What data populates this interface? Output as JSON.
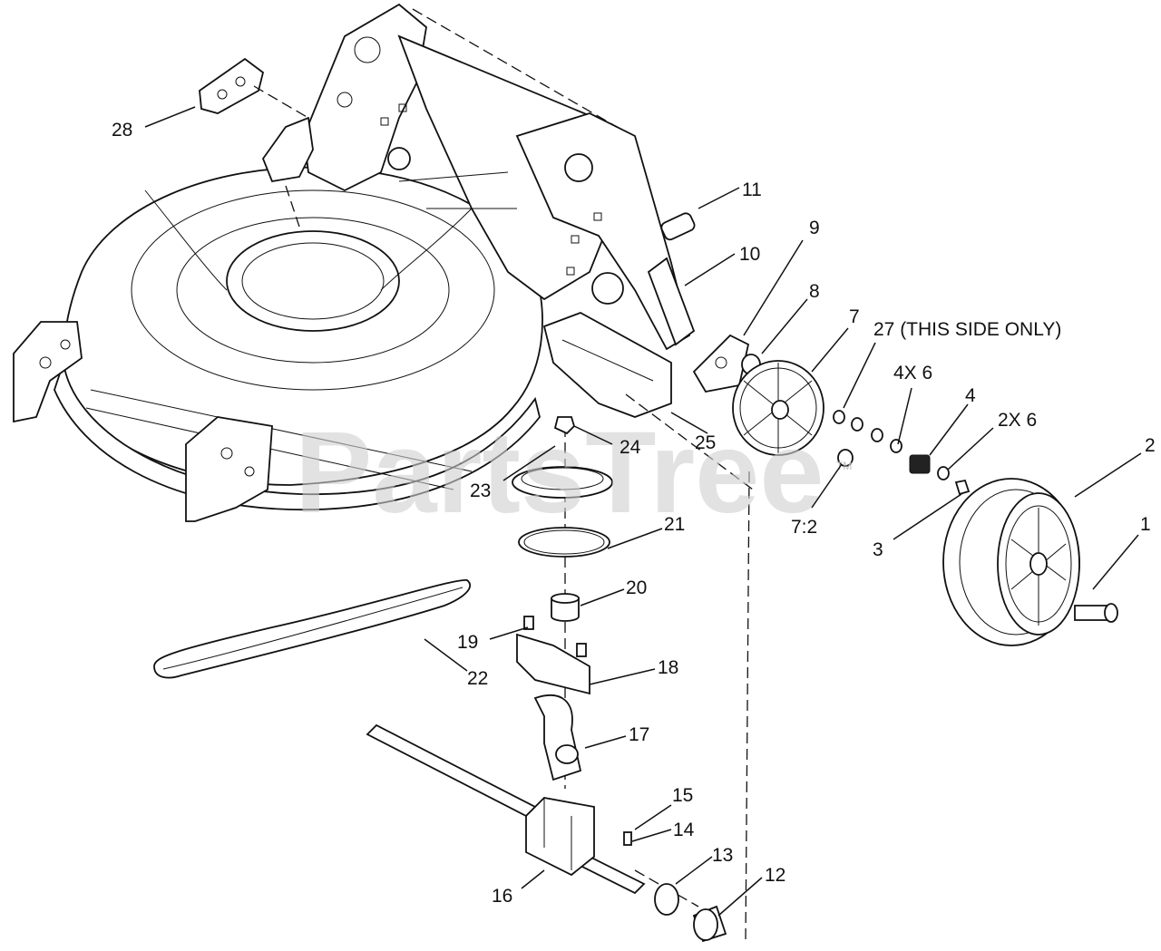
{
  "watermark": {
    "text": "PartsTree",
    "trademark": "TM"
  },
  "callouts": {
    "c1": "1",
    "c2": "2",
    "c3": "3",
    "c4": "4",
    "c4x6": "4X 6",
    "c2x6": "2X 6",
    "c7": "7",
    "c7_2": "7:2",
    "c8": "8",
    "c9": "9",
    "c10": "10",
    "c11": "11",
    "c12": "12",
    "c13": "13",
    "c14": "14",
    "c15": "15",
    "c16": "16",
    "c17": "17",
    "c18": "18",
    "c19": "19",
    "c20": "20",
    "c21": "21",
    "c22": "22",
    "c23": "23",
    "c24": "24",
    "c25": "25",
    "c27": "27 (THIS SIDE ONLY)",
    "c28": "28"
  }
}
